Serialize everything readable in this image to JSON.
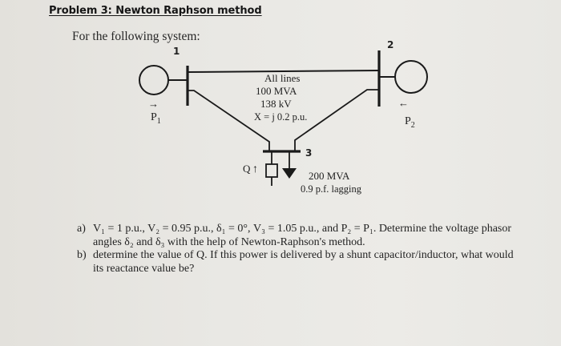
{
  "header": {
    "title": "Problem 3: Newton Raphson method",
    "intro": "For the following system:"
  },
  "diagram": {
    "buses": [
      {
        "id": "1",
        "label": "1"
      },
      {
        "id": "2",
        "label": "2"
      },
      {
        "id": "3",
        "label": "3"
      }
    ],
    "generators": [
      {
        "bus": "1",
        "power_label": "P",
        "power_sub": "1",
        "arrow": "→"
      },
      {
        "bus": "2",
        "power_label": "P",
        "power_sub": "2",
        "arrow": "←"
      }
    ],
    "line_specs": {
      "line1": "All lines",
      "line2": "100 MVA",
      "line3": "138 kV",
      "line4": "X = j 0.2 p.u."
    },
    "shunt": {
      "label": "Q",
      "arrow": "↑"
    },
    "load": {
      "line1": "200 MVA",
      "line2": "0.9 p.f. lagging"
    }
  },
  "questions": [
    {
      "label": "a)",
      "text": "V₁ = 1 p.u., V₂ = 0.95 p.u., δ₁ = 0°, V₃ = 1.05 p.u., and P₂ = P₁.  Determine the voltage phasor angles δ₂ and δ₃ with the help of Newton-Raphson's method."
    },
    {
      "label": "b)",
      "text": "determine the value of Q.  If this power is delivered by a shunt capacitor/inductor, what would its reactance value be?"
    }
  ]
}
